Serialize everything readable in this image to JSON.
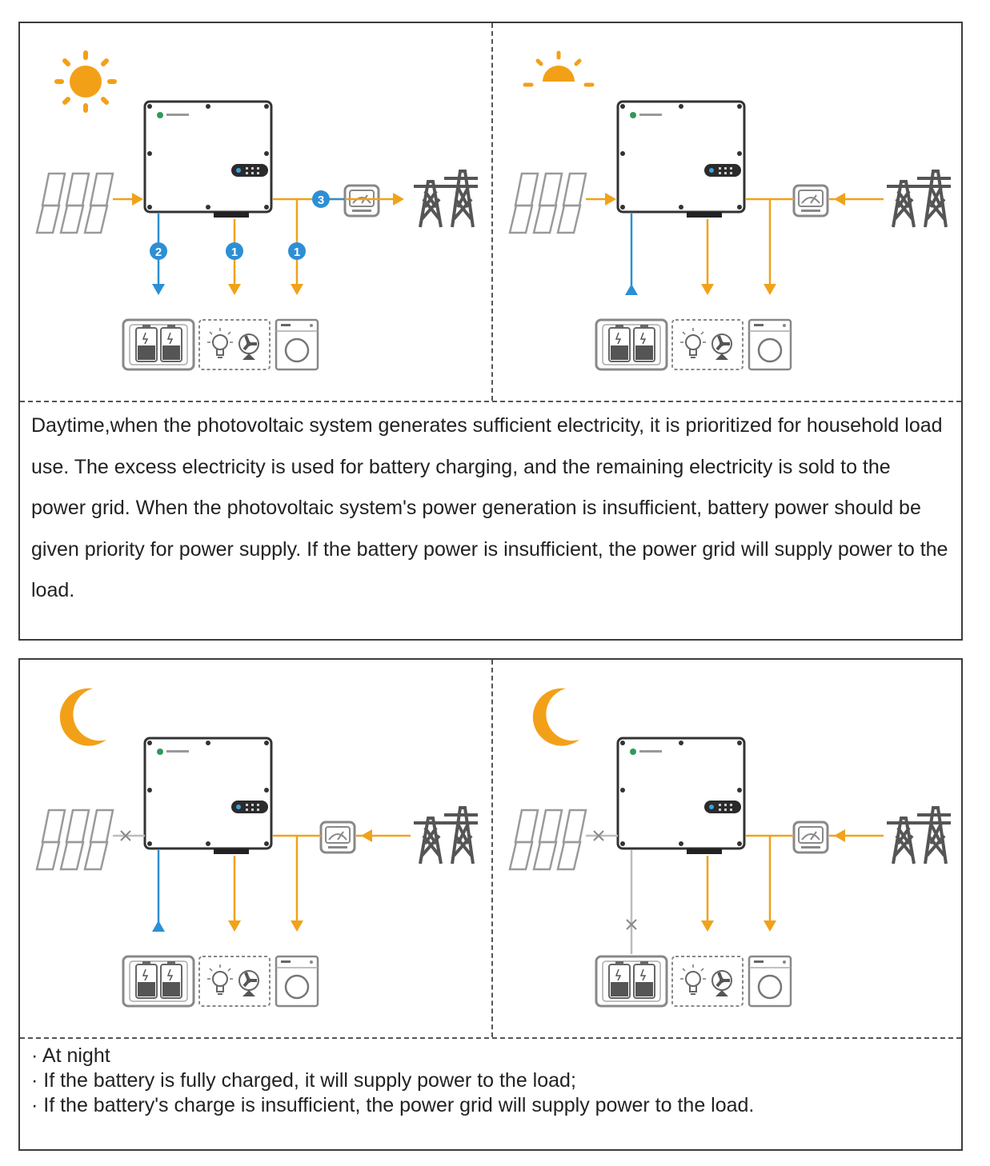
{
  "colors": {
    "orange": "#f0a21a",
    "blue": "#2d8fd5",
    "gray": "#bdbdbd",
    "dark": "#3a3a3a"
  },
  "icons": [
    "sun-icon",
    "setting-sun-icon",
    "moon-icon",
    "solar-panel-icon",
    "inverter-icon",
    "meter-icon",
    "power-tower-icon",
    "battery-icon",
    "household-load-icon",
    "washing-machine-icon"
  ],
  "panels": [
    {
      "scene": "day",
      "flow_markers": [
        "2",
        "1",
        "1",
        "3"
      ]
    },
    {
      "scene": "evening"
    },
    {
      "scene": "night-battery"
    },
    {
      "scene": "night-grid"
    }
  ],
  "daytime_text": "Daytime,when the photovoltaic system generates sufficient electricity, it is prioritized for household load use. The excess electricity is used for battery charging, and the remaining electricity is sold to the power grid. When the photovoltaic system's power generation is insufficient, battery power should be given priority for power supply. If the battery power is insufficient, the power grid will supply power to the load.",
  "night_lines": [
    "· At night",
    "· If the battery is fully charged, it will supply power to the load;",
    "· If the battery's charge is insufficient, the power grid will supply power to the load."
  ]
}
